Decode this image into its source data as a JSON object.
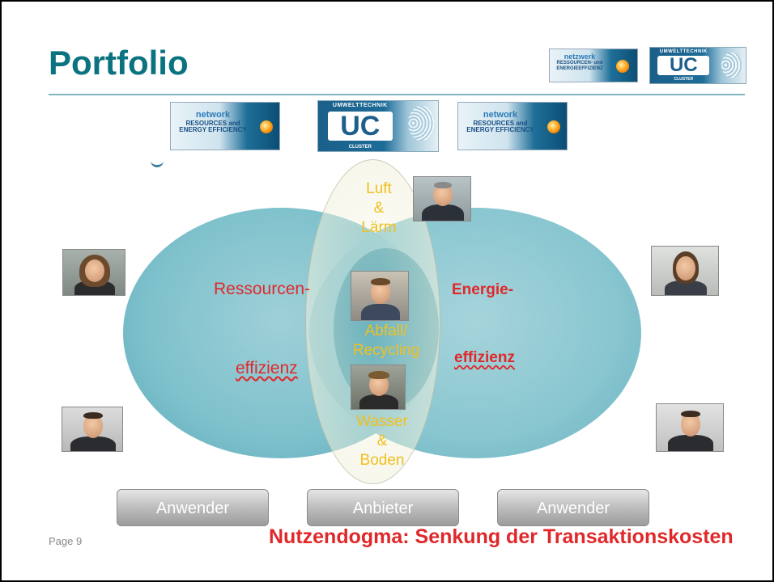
{
  "slide": {
    "title": "Portfolio",
    "page_label": "Page 9",
    "footer": "Nutzendogma: Senkung der Transaktionskosten"
  },
  "logos": {
    "network_de": {
      "line1": "netzwerk",
      "line2": "RESSOURCEN- und",
      "line3": "ENERGIEEFFIZIENZ"
    },
    "network_en": {
      "line1": "network",
      "line2": "RESOURCES and",
      "line3": "ENERGY EFFICIENCY"
    },
    "uc": {
      "top": "UMWELTTECHNIK",
      "main": "UC",
      "bottom": "CLUSTER"
    }
  },
  "venn": {
    "left_line1": "Ressourcen-",
    "left_line2": "effizienz",
    "right_line1": "Energie-",
    "right_line2": "effizienz",
    "top_topic": [
      "Luft",
      "&",
      "Lärm"
    ],
    "middle_topic": [
      "Abfall/",
      "Recycling"
    ],
    "bottom_topic": [
      "Wasser",
      "&",
      "Boden"
    ]
  },
  "buttons": {
    "left": "Anwender",
    "center": "Anbieter",
    "right": "Anwender"
  },
  "colors": {
    "title": "#0b7380",
    "accent_red": "#e0282a",
    "topic_yellow": "#f0c020",
    "ellipse": "#7ec1cc"
  }
}
